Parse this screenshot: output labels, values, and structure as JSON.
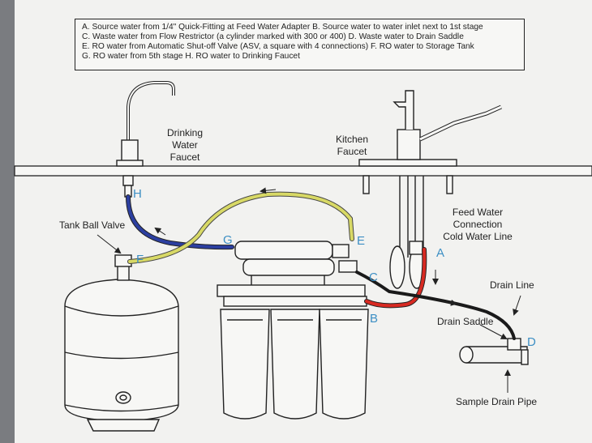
{
  "legend": {
    "lines": [
      "A. Source water from 1/4\" Quick-Fitting at Feed Water Adapter  B. Source water to water inlet next to 1st stage",
      "C. Waste water from Flow Restrictor (a cylinder marked with 300 or 400)  D. Waste water to Drain Saddle",
      "E. RO water from Automatic Shut-off Valve (ASV, a square with 4 connections)  F. RO water to Storage Tank",
      "G. RO water from 5th stage  H. RO water to Drinking Faucet"
    ]
  },
  "labels": {
    "drinking_faucet": [
      "Drinking",
      "Water",
      "Faucet"
    ],
    "kitchen_faucet": [
      "Kitchen",
      "Faucet"
    ],
    "feed_water": [
      "Feed Water",
      "Connection",
      "Cold Water Line"
    ],
    "tank_ball_valve": "Tank Ball Valve",
    "drain_line": "Drain Line",
    "drain_saddle": "Drain Saddle",
    "sample_drain_pipe": "Sample Drain Pipe"
  },
  "points": {
    "A": "A",
    "B": "B",
    "C": "C",
    "D": "D",
    "E": "E",
    "F": "F",
    "G": "G",
    "H": "H"
  },
  "colors": {
    "paper": "#f2f2f0",
    "ink": "#222222",
    "letters": "#3d8fc4",
    "blue_tube": "#2c3fa0",
    "yellow_tube": "#d8d966",
    "red_tube": "#d82a22",
    "black_tube": "#1a1a1a"
  }
}
